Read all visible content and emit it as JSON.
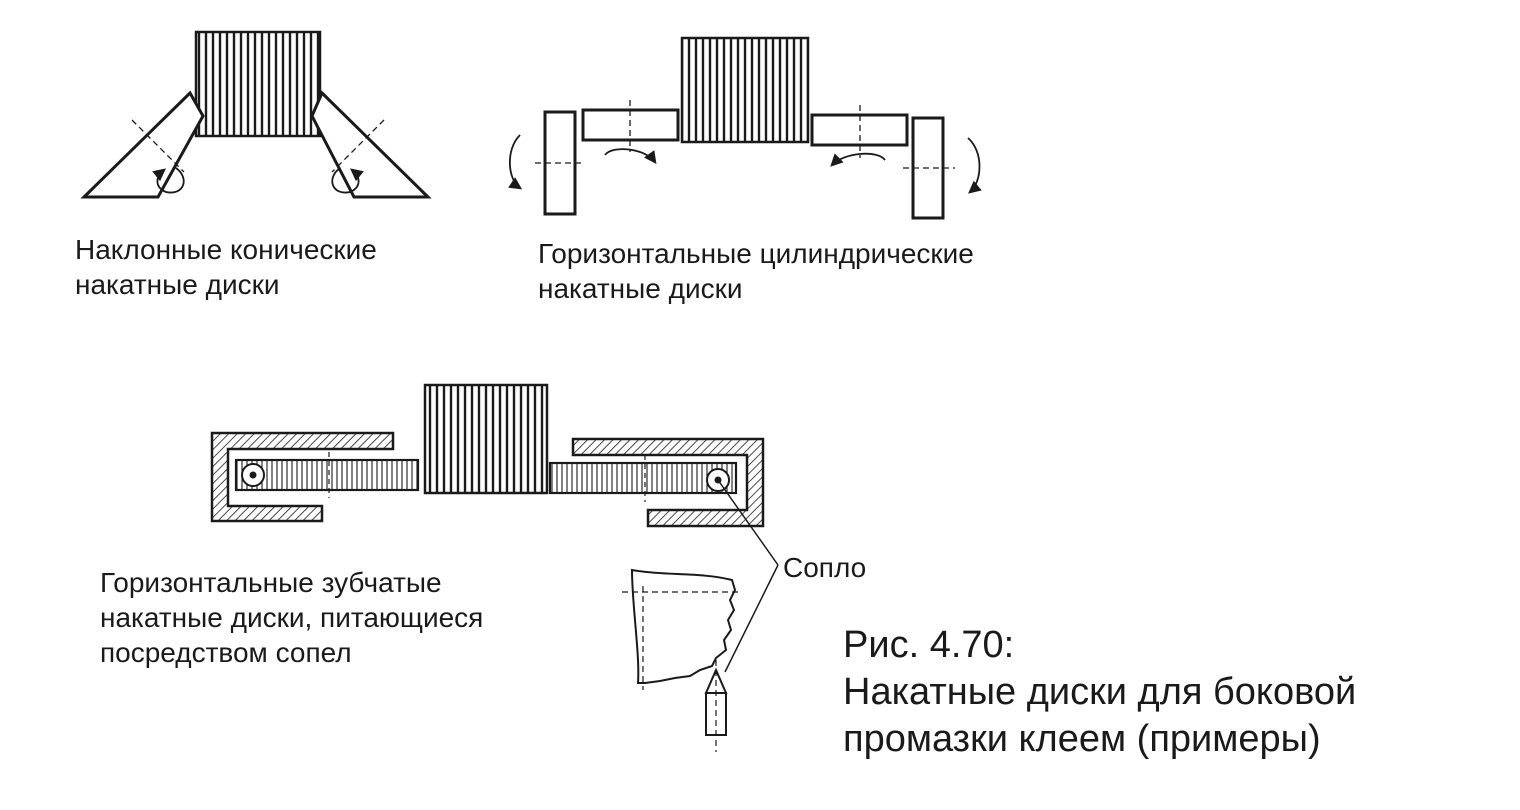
{
  "labels": {
    "conical": {
      "line1": "Наклонные конические",
      "line2": "накатные диски"
    },
    "cylindrical": {
      "line1": "Горизонтальные цилиндрические",
      "line2": "накатные диски"
    },
    "gear": {
      "line1": "Горизонтальные зубчатые",
      "line2": "накатные диски, питающиеся",
      "line3": "посредством сопел"
    },
    "nozzle": "Сопло"
  },
  "caption": {
    "line1": "Рис. 4.70:",
    "line2": "Накатные диски для боковой",
    "line3": "промазки клеем (примеры)"
  },
  "colors": {
    "ink": "#1a1a1a",
    "background": "#ffffff"
  }
}
